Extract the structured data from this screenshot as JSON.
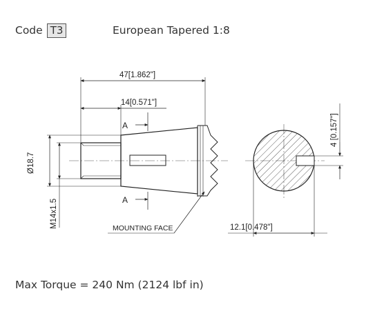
{
  "header": {
    "code_label": "Code",
    "code_value": "T3",
    "title": "European Tapered 1:8"
  },
  "drawing": {
    "dim_overall_length": "47[1.862\"]",
    "dim_taper_length": "14[0.571\"]",
    "section_label_top": "A",
    "section_label_bottom": "A",
    "dim_diameter": "Ø18.7",
    "dim_thread": "M14x1.5",
    "mounting_face_label": "MOUNTING FACE",
    "dim_key_height": "12.1[0.478\"]",
    "dim_key_width": "4 [0.157\"]"
  },
  "footer": {
    "torque_text": "Max Torque = 240 Nm (2124 lbf in)"
  }
}
